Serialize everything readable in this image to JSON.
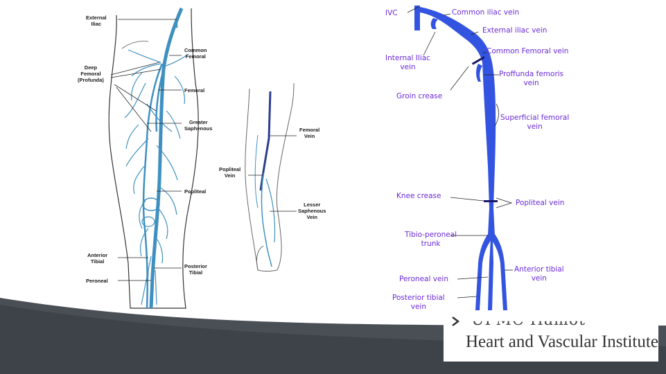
{
  "colors": {
    "vein_light": "#3f90c0",
    "vein_dark": "#2b3d8e",
    "vein_blue": "#3354e0",
    "label_purple": "#6a2ad8",
    "footer_grey": "#4a4f56"
  },
  "left_diagram": {
    "labels": {
      "external_iliac": "External\nIliac",
      "common_femoral": "Common\nFemoral",
      "deep_femoral": "Deep\nFemoral\n(Profunda)",
      "femoral": "Femoral",
      "greater_saphenous": "Greater\nSaphenous",
      "popliteal": "Popliteal",
      "anterior_tibial": "Anterior\nTibial",
      "posterior_tibial": "Posterior\nTibial",
      "peroneal": "Peroneal"
    }
  },
  "middle_diagram": {
    "labels": {
      "femoral_vein": "Femoral\nVein",
      "popliteal_vein": "Popliteal\nVein",
      "lesser_saphenous_vein": "Lesser\nSaphenous\nVein"
    }
  },
  "right_diagram": {
    "labels": {
      "ivc": "IVC",
      "common_iliac_vein": "Common iliac vein",
      "external_iliac_vein": "External iliac vein",
      "internal_iliac_vein": "Internal Iliac\nvein",
      "common_femoral_vein": "Common Femoral vein",
      "groin_crease": "Groin crease",
      "proffunda_femoris_vein": "Proffunda femoris\nvein",
      "superficial_femoral_vein": "Superficial femoral\nvein",
      "knee_crease": "Knee crease",
      "popliteal_vein": "Popliteal vein",
      "tibio_peroneal_trunk": "Tibio-peroneal\ntrunk",
      "anterior_tibial_vein": "Anterior tibial\nvein",
      "peroneal_vein": "Peroneal vein",
      "posterior_tibial_vein": "Posterior tibial\nvein"
    }
  },
  "footer": {
    "logo_top": "UPMC Hamot",
    "logo_main": "Heart and Vascular Institute"
  }
}
